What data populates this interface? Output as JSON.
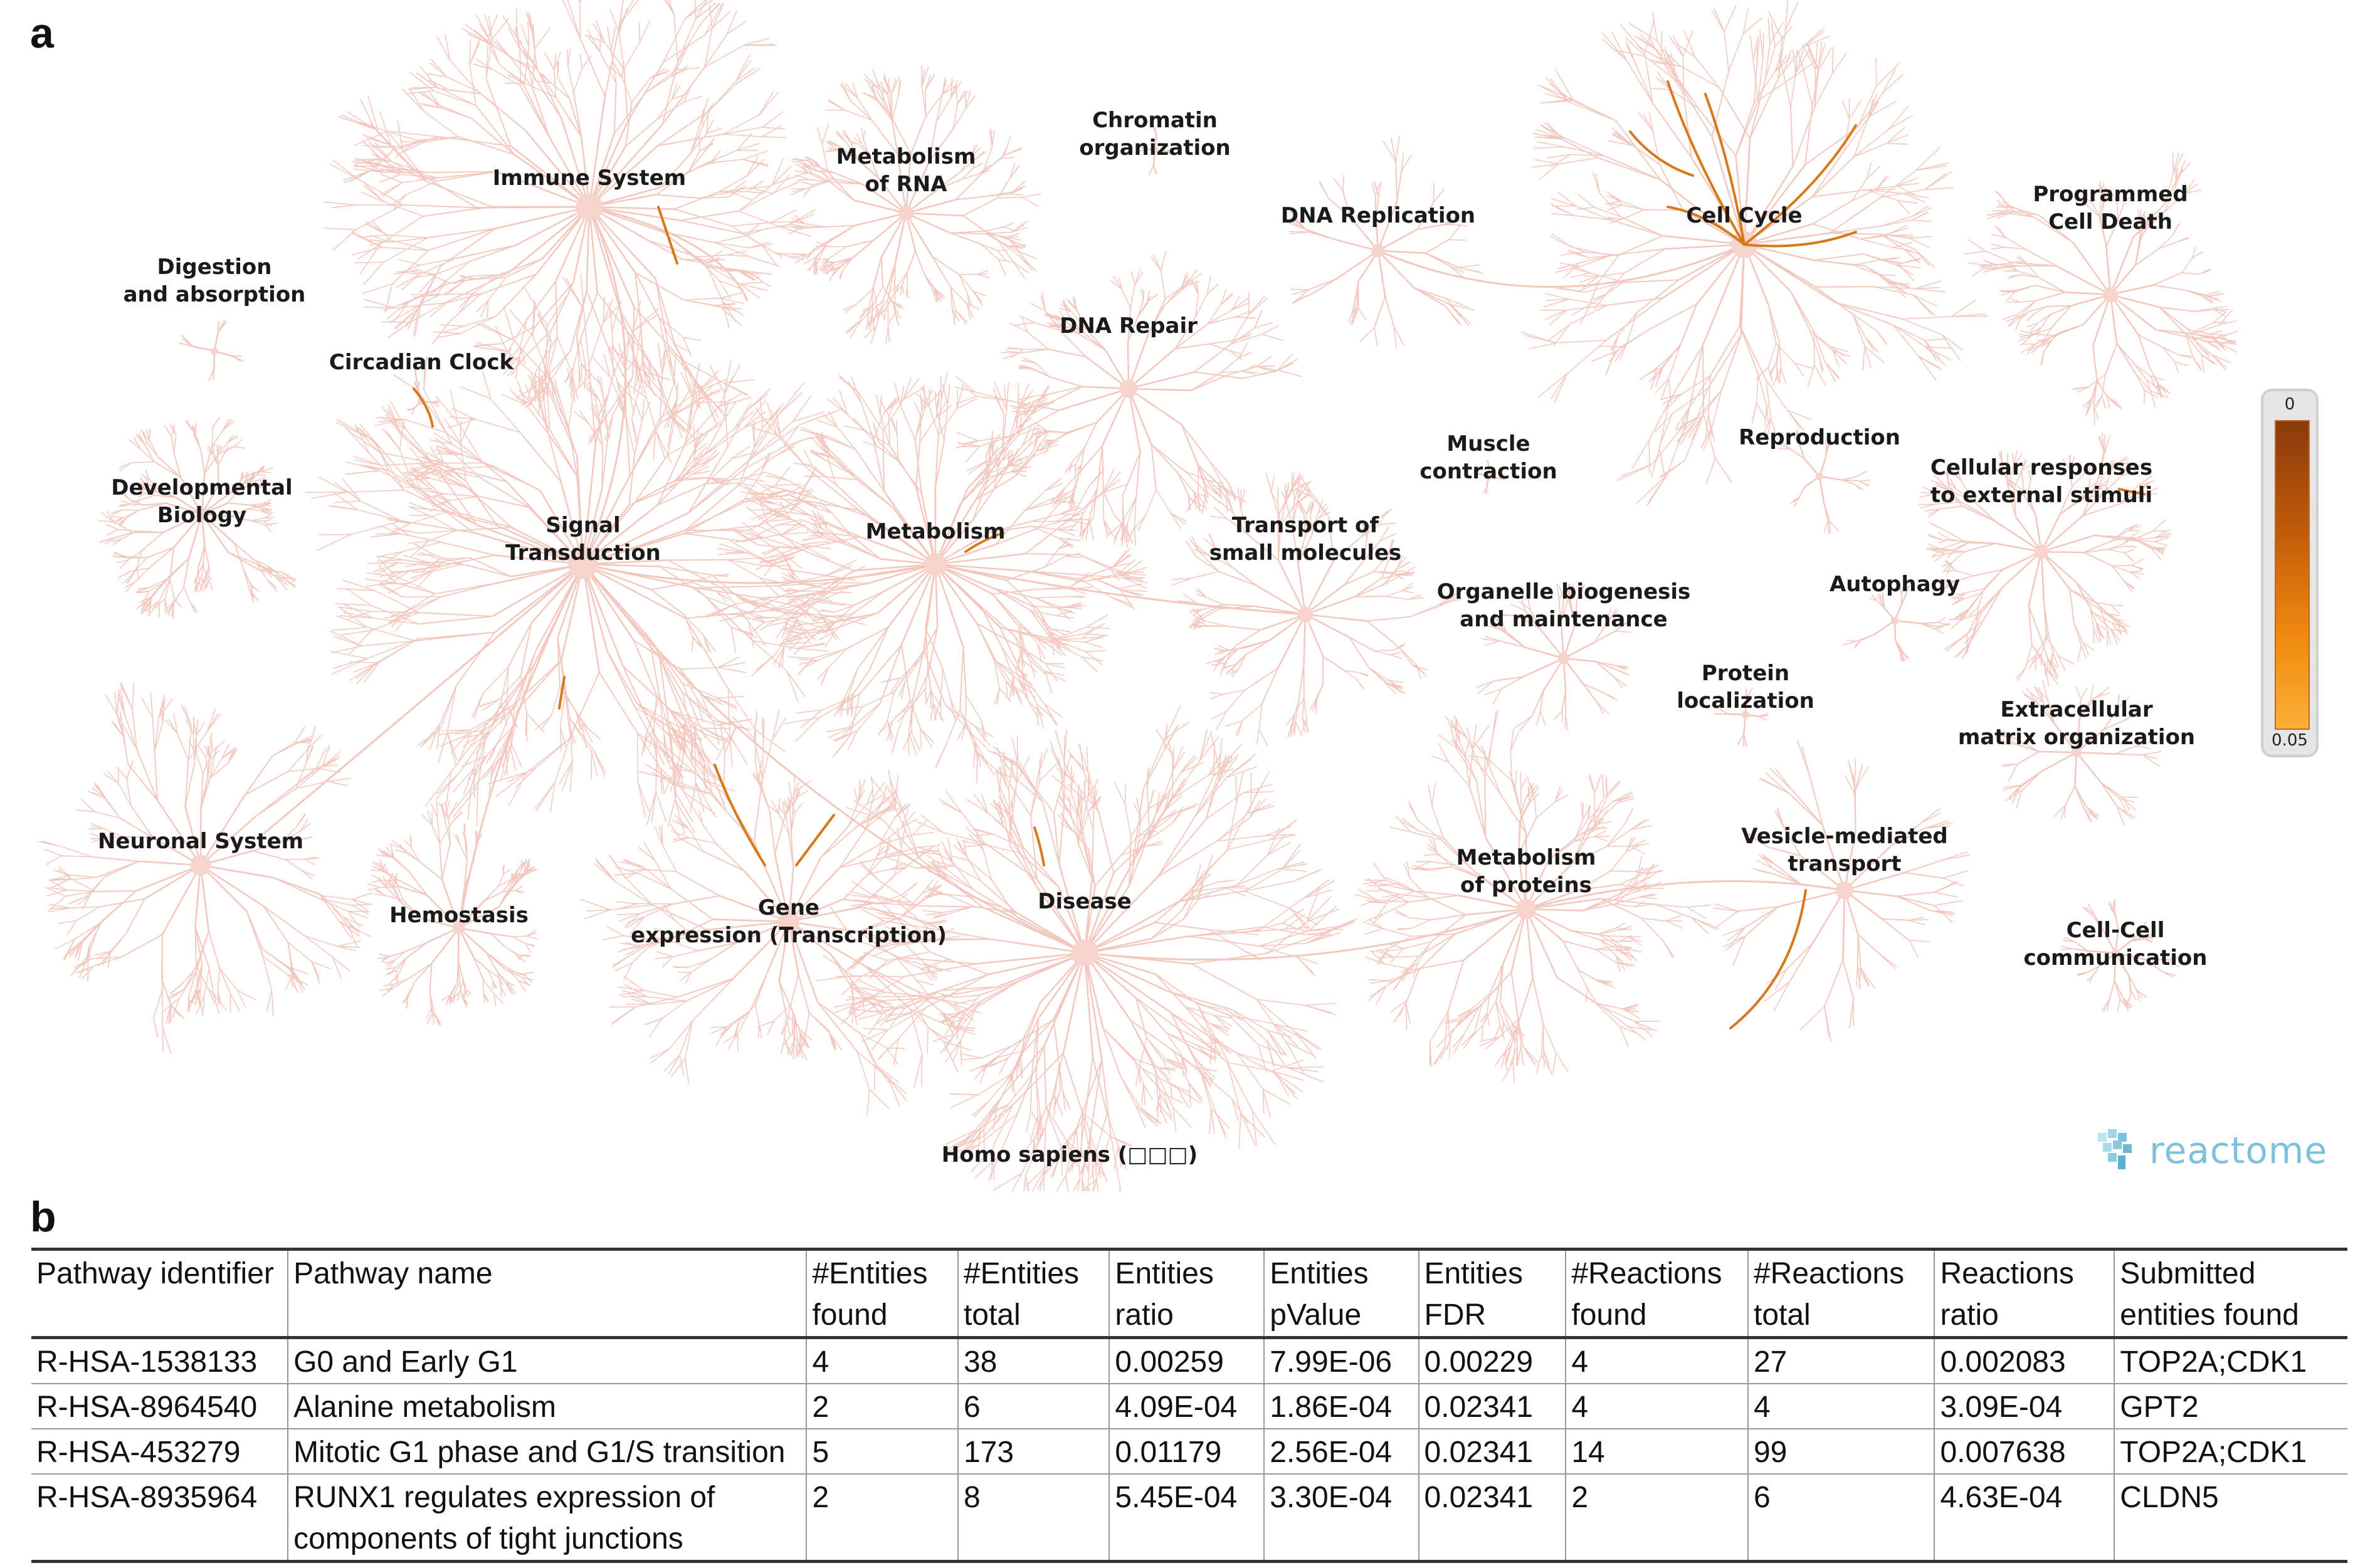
{
  "panel_a": {
    "letter": "a"
  },
  "panel_b": {
    "letter": "b"
  },
  "pathways": [
    {
      "id": "immune",
      "label": "Immune System"
    },
    {
      "id": "metab-rna",
      "label": "Metabolism\nof RNA"
    },
    {
      "id": "chromatin",
      "label": "Chromatin\norganization"
    },
    {
      "id": "dna-rep",
      "label": "DNA Replication"
    },
    {
      "id": "cell-cycle",
      "label": "Cell Cycle"
    },
    {
      "id": "pcd",
      "label": "Programmed\nCell Death"
    },
    {
      "id": "digestion",
      "label": "Digestion\nand absorption"
    },
    {
      "id": "circadian",
      "label": "Circadian Clock"
    },
    {
      "id": "dna-repair",
      "label": "DNA Repair"
    },
    {
      "id": "devbio",
      "label": "Developmental\nBiology"
    },
    {
      "id": "signal",
      "label": "Signal\nTransduction"
    },
    {
      "id": "metabolism",
      "label": "Metabolism"
    },
    {
      "id": "muscle",
      "label": "Muscle\ncontraction"
    },
    {
      "id": "reproduction",
      "label": "Reproduction"
    },
    {
      "id": "cell-resp",
      "label": "Cellular responses\nto external stimuli"
    },
    {
      "id": "transport",
      "label": "Transport of\nsmall molecules"
    },
    {
      "id": "organelle",
      "label": "Organelle biogenesis\nand maintenance"
    },
    {
      "id": "autophagy",
      "label": "Autophagy"
    },
    {
      "id": "protein-loc",
      "label": "Protein\nlocalization"
    },
    {
      "id": "ecm",
      "label": "Extracellular\nmatrix organization"
    },
    {
      "id": "neuronal",
      "label": "Neuronal System"
    },
    {
      "id": "hemostasis",
      "label": "Hemostasis"
    },
    {
      "id": "gene-expr",
      "label": "Gene\nexpression (Transcription)"
    },
    {
      "id": "disease",
      "label": "Disease"
    },
    {
      "id": "metab-prot",
      "label": "Metabolism\nof proteins"
    },
    {
      "id": "vesicle",
      "label": "Vesicle-mediated\ntransport"
    },
    {
      "id": "cell-cell",
      "label": "Cell-Cell\ncommunication"
    }
  ],
  "species_label": "Homo sapiens (□□□)",
  "legend": {
    "min_label": "0",
    "max_label": "0.05",
    "colors": {
      "low": "#8a3a0c",
      "high": "#f9b035"
    }
  },
  "logo": {
    "text": "reactome",
    "icon": "reactome-logo-icon",
    "color": "#7cc2dc"
  },
  "colors": {
    "tree": "#f3c7bd",
    "highlight": "#d9781a"
  },
  "table": {
    "headers": [
      [
        "Pathway identifier"
      ],
      [
        "Pathway name"
      ],
      [
        "#Entities",
        "found"
      ],
      [
        "#Entities",
        "total"
      ],
      [
        "Entities",
        "ratio"
      ],
      [
        "Entities",
        "pValue"
      ],
      [
        "Entities",
        "FDR"
      ],
      [
        "#Reactions",
        "found"
      ],
      [
        "#Reactions",
        "total"
      ],
      [
        "Reactions",
        "ratio"
      ],
      [
        "Submitted",
        "entities found"
      ]
    ],
    "rows": [
      [
        "R-HSA-1538133",
        "G0 and Early G1",
        "4",
        "38",
        "0.00259",
        "7.99E-06",
        "0.00229",
        "4",
        "27",
        "0.002083",
        "TOP2A;CDK1"
      ],
      [
        "R-HSA-8964540",
        "Alanine metabolism",
        "2",
        "6",
        "4.09E-04",
        "1.86E-04",
        "0.02341",
        "4",
        "4",
        "3.09E-04",
        "GPT2"
      ],
      [
        "R-HSA-453279",
        "Mitotic G1 phase and G1/S transition",
        "5",
        "173",
        "0.01179",
        "2.56E-04",
        "0.02341",
        "14",
        "99",
        "0.007638",
        "TOP2A;CDK1"
      ],
      [
        "R-HSA-8935964",
        "RUNX1 regulates expression of\ncomponents of tight junctions",
        "2",
        "8",
        "5.45E-04",
        "3.30E-04",
        "0.02341",
        "2",
        "6",
        "4.63E-04",
        "CLDN5"
      ]
    ]
  }
}
